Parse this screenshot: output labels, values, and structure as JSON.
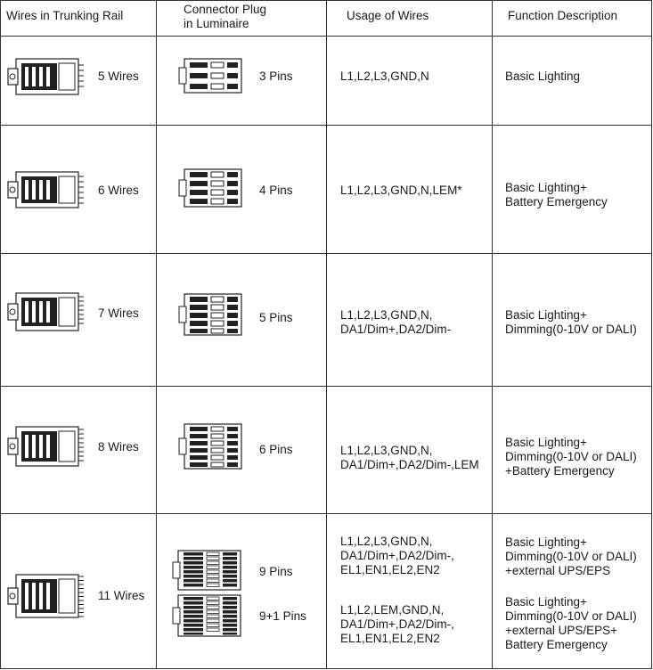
{
  "headers": {
    "wires_rail": "Wires in Trunking Rail",
    "connector_plug": "Connector Plug\nin Luminaire",
    "usage": "Usage of Wires",
    "function": "Function Description"
  },
  "rows": [
    {
      "wires": "5 Wires",
      "pins": "3 Pins",
      "usage": "L1,L2,L3,GND,N",
      "function": "Basic Lighting"
    },
    {
      "wires": "6 Wires",
      "pins": "4 Pins",
      "usage": "L1,L2,L3,GND,N,LEM*",
      "function": "Basic Lighting+\nBattery Emergency"
    },
    {
      "wires": "7 Wires",
      "pins": "5 Pins",
      "usage": "L1,L2,L3,GND,N,\nDA1/Dim+,DA2/Dim-",
      "function": "Basic Lighting+\nDimming(0-10V or DALI)"
    },
    {
      "wires": "8 Wires",
      "pins": "6 Pins",
      "usage": "L1,L2,L3,GND,N,\nDA1/Dim+,DA2/Dim-,LEM",
      "function": "Basic Lighting+\nDimming(0-10V or DALI)\n+Battery Emergency"
    },
    {
      "wires": "11 Wires",
      "pins_a": "9 Pins",
      "pins_b": "9+1 Pins",
      "usage_a": "L1,L2,L3,GND,N,\nDA1/Dim+,DA2/Dim-,\nEL1,EN1,EL2,EN2",
      "usage_b": "L1,L2,LEM,GND,N,\nDA1/Dim+,DA2/Dim-,\nEL1,EN1,EL2,EN2",
      "function_a": "Basic Lighting+\nDimming(0-10V or DALI)\n+external UPS/EPS",
      "function_b": "Basic Lighting+\nDimming(0-10V or DALI)\n+external UPS/EPS+\nBattery Emergency"
    }
  ]
}
